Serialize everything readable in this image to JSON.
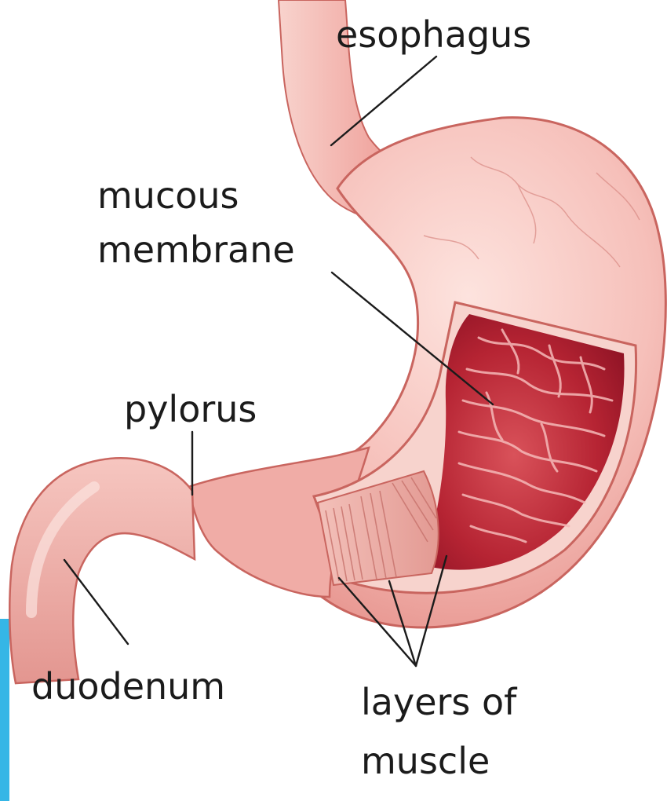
{
  "labels": {
    "esophagus": "esophagus",
    "mucous_line1": "mucous",
    "mucous_line2": "membrane",
    "pylorus": "pylorus",
    "duodenum": "duodenum",
    "muscle_line1": "layers of",
    "muscle_line2": "muscle"
  },
  "colors": {
    "accent_bar": "#35b6e6",
    "tissue_outer": "#f1a9a4",
    "tissue_light": "#f8cfc9",
    "tissue_edge": "#c9655f",
    "mucosa": "#b31d2b",
    "mucosa_light": "#f3b7b5",
    "muscle": "#eaa9a2",
    "label_text": "#1b1b1b"
  }
}
